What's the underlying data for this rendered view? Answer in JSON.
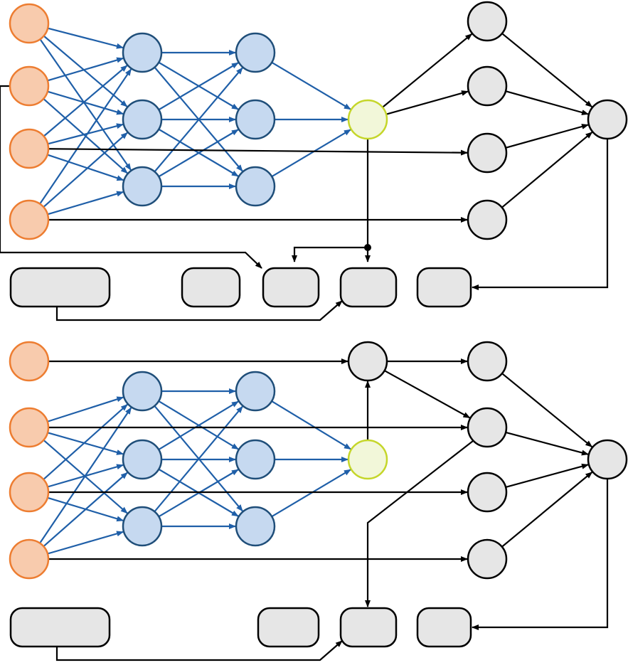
{
  "diagram": {
    "colors": {
      "input_fill": "#F8CBAD",
      "input_stroke": "#ED7D31",
      "hidden_fill": "#C6D9F0",
      "hidden_stroke": "#1F4E79",
      "hidden_edge": "#1F5FA8",
      "output_fill": "#F2F7D9",
      "output_stroke": "#C5D62A",
      "gray_fill": "#E6E6E6",
      "gray_stroke": "#000000",
      "edge": "#000000",
      "background": "#FFFFFF"
    },
    "panels": [
      {
        "id": "top",
        "nodes": [
          {
            "id": "t-in-1",
            "kind": "input"
          },
          {
            "id": "t-in-2",
            "kind": "input"
          },
          {
            "id": "t-in-3",
            "kind": "input"
          },
          {
            "id": "t-in-4",
            "kind": "input"
          },
          {
            "id": "t-h1-1",
            "kind": "hidden"
          },
          {
            "id": "t-h1-2",
            "kind": "hidden"
          },
          {
            "id": "t-h1-3",
            "kind": "hidden"
          },
          {
            "id": "t-h2-1",
            "kind": "hidden"
          },
          {
            "id": "t-h2-2",
            "kind": "hidden"
          },
          {
            "id": "t-h2-3",
            "kind": "hidden"
          },
          {
            "id": "t-out",
            "kind": "output"
          },
          {
            "id": "t-g-1",
            "kind": "gray"
          },
          {
            "id": "t-g-2",
            "kind": "gray"
          },
          {
            "id": "t-g-3",
            "kind": "gray"
          },
          {
            "id": "t-g-4",
            "kind": "gray"
          },
          {
            "id": "t-agg",
            "kind": "gray"
          }
        ],
        "boxes": [
          "t-box-wide",
          "t-box-a",
          "t-box-b",
          "t-box-c",
          "t-box-d"
        ]
      },
      {
        "id": "bottom",
        "nodes": [
          {
            "id": "b-in-1",
            "kind": "input"
          },
          {
            "id": "b-in-2",
            "kind": "input"
          },
          {
            "id": "b-in-3",
            "kind": "input"
          },
          {
            "id": "b-in-4",
            "kind": "input"
          },
          {
            "id": "b-h1-1",
            "kind": "hidden"
          },
          {
            "id": "b-h1-2",
            "kind": "hidden"
          },
          {
            "id": "b-h1-3",
            "kind": "hidden"
          },
          {
            "id": "b-h2-1",
            "kind": "hidden"
          },
          {
            "id": "b-h2-2",
            "kind": "hidden"
          },
          {
            "id": "b-h2-3",
            "kind": "hidden"
          },
          {
            "id": "b-out",
            "kind": "output"
          },
          {
            "id": "b-g-0",
            "kind": "gray"
          },
          {
            "id": "b-g-1",
            "kind": "gray"
          },
          {
            "id": "b-g-2",
            "kind": "gray"
          },
          {
            "id": "b-g-3",
            "kind": "gray"
          },
          {
            "id": "b-g-4",
            "kind": "gray"
          },
          {
            "id": "b-agg",
            "kind": "gray"
          }
        ],
        "boxes": [
          "b-box-wide",
          "b-box-b",
          "b-box-c",
          "b-box-d"
        ]
      }
    ]
  }
}
